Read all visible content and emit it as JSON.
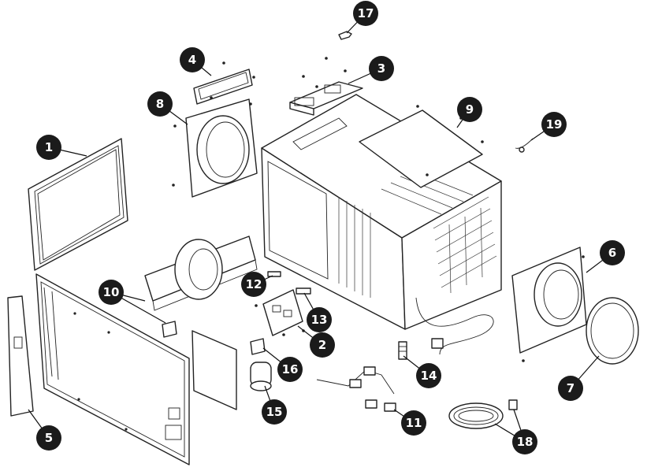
{
  "callouts": [
    {
      "label": "1"
    },
    {
      "label": "2"
    },
    {
      "label": "3"
    },
    {
      "label": "4"
    },
    {
      "label": "5"
    },
    {
      "label": "6"
    },
    {
      "label": "7"
    },
    {
      "label": "8"
    },
    {
      "label": "9"
    },
    {
      "label": "10"
    },
    {
      "label": "11"
    },
    {
      "label": "12"
    },
    {
      "label": "13"
    },
    {
      "label": "14"
    },
    {
      "label": "15"
    },
    {
      "label": "16"
    },
    {
      "label": "17"
    },
    {
      "label": "18"
    },
    {
      "label": "19"
    }
  ],
  "colors": {
    "ink": "#1b1b1b",
    "background": "#ffffff",
    "badge_text": "#ffffff"
  }
}
